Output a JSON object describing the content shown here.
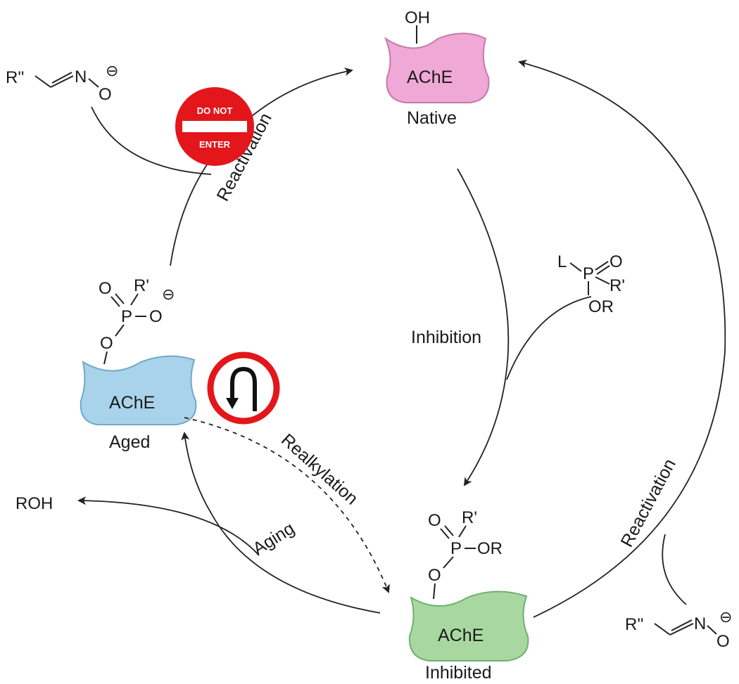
{
  "states": {
    "native": {
      "enzyme": "AChE",
      "label": "Native",
      "group": "OH",
      "color": "#f0a8d6"
    },
    "aged": {
      "enzyme": "AChE",
      "label": "Aged",
      "color": "#a9d3ea"
    },
    "inhibited": {
      "enzyme": "AChE",
      "label": "Inhibited",
      "color": "#a8d8a0"
    }
  },
  "processes": {
    "reactivation_left": "Reactivation",
    "reactivation_right": "Reactivation",
    "inhibition": "Inhibition",
    "realkylation": "Realkylation",
    "aging": "Aging"
  },
  "molecules": {
    "oxime": {
      "r": "R''",
      "n": "N",
      "o": "O",
      "charge": "⊖"
    },
    "inhibitor": {
      "l": "L",
      "p": "P",
      "o_double": "O",
      "r_prime": "R'",
      "or": "OR"
    },
    "aged_phosphate": {
      "o_double": "O",
      "r_prime": "R'",
      "p": "P",
      "o_minus": "O",
      "charge": "⊖",
      "o_link": "O"
    },
    "inhibited_phosphate": {
      "o_double": "O",
      "r_prime": "R'",
      "p": "P",
      "or": "OR",
      "o_link": "O"
    },
    "roh": "ROH"
  },
  "signs": {
    "do_not_enter": {
      "line1": "DO NOT",
      "line2": "ENTER",
      "color": "#e3161b"
    },
    "no_u_turn": {
      "icon": "no-u-turn",
      "ring": "#e3161b"
    }
  }
}
